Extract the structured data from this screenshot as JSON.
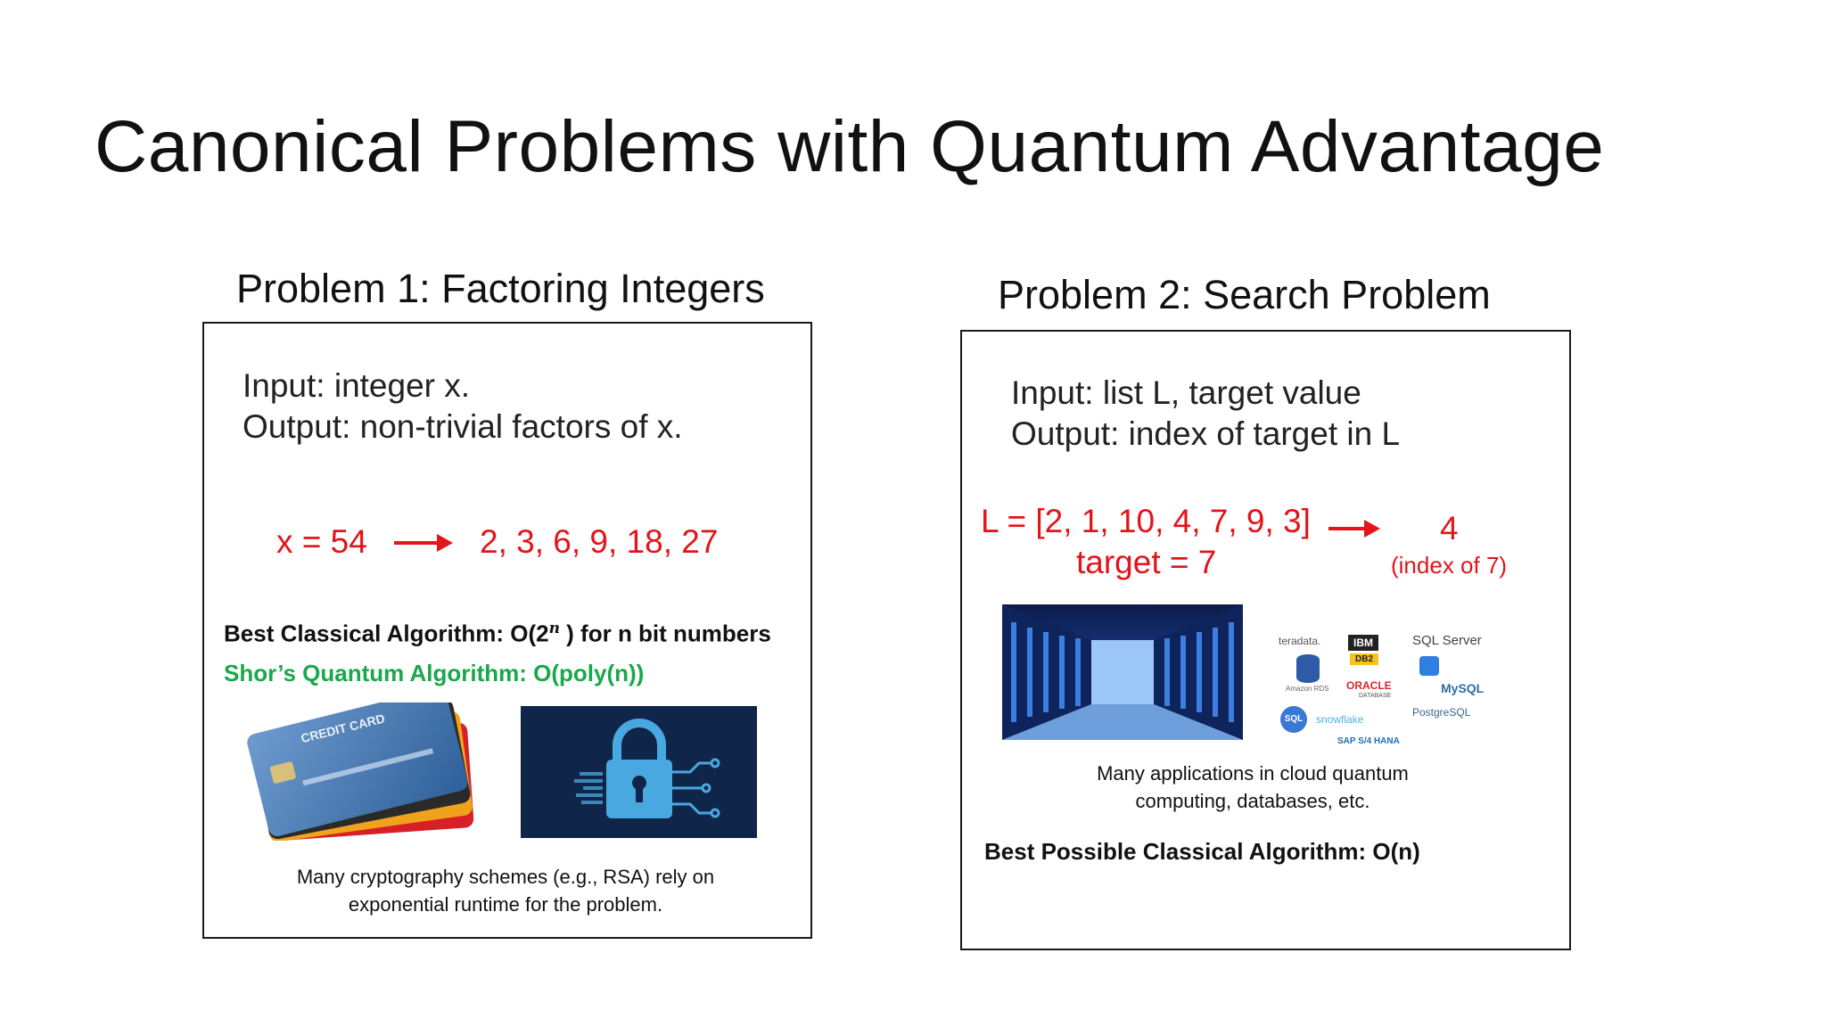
{
  "slide": {
    "title": "Canonical Problems with Quantum Advantage"
  },
  "problem1": {
    "heading": "Problem 1: Factoring Integers",
    "input_line": "Input: integer x.",
    "output_line": "Output: non-trivial factors of x.",
    "example_input": "x = 54",
    "example_output": "2,  3,  6, 9, 18, 27",
    "classical_prefix": "Best Classical Algorithm: O(2",
    "classical_exponent": "n",
    "classical_suffix": " ) for n bit numbers",
    "quantum_line": "Shor’s Quantum Algorithm: O(poly(n))",
    "card_text": "CREDIT CARD",
    "caption_line1": "Many cryptography schemes (e.g., RSA) rely on",
    "caption_line2": "exponential runtime for the problem."
  },
  "problem2": {
    "heading": "Problem 2: Search Problem",
    "input_line": "Input: list L, target value",
    "output_line": "Output: index of target in L",
    "example_list": "L = [2, 1, 10, 4, 7, 9, 3]",
    "example_target": "target = 7",
    "example_output": "4",
    "example_output_note": "(index of 7)",
    "logos": [
      "teradata.",
      "IBM",
      "DB2",
      "SQL Server",
      "ORACLE",
      "DATABASE",
      "MySQL",
      "SQL",
      "snowflake",
      "PostgreSQL",
      "SAP S/4 HANA",
      "Amazon RDS"
    ],
    "caption_line1": "Many applications in cloud quantum",
    "caption_line2": "computing, databases, etc.",
    "classical_line": "Best Possible Classical Algorithm: O(n)"
  },
  "colors": {
    "accent_red": "#e3141a",
    "quantum_green": "#1aa84a",
    "lock_bg": "#0f2549",
    "lock_fg": "#4aa8e0"
  }
}
